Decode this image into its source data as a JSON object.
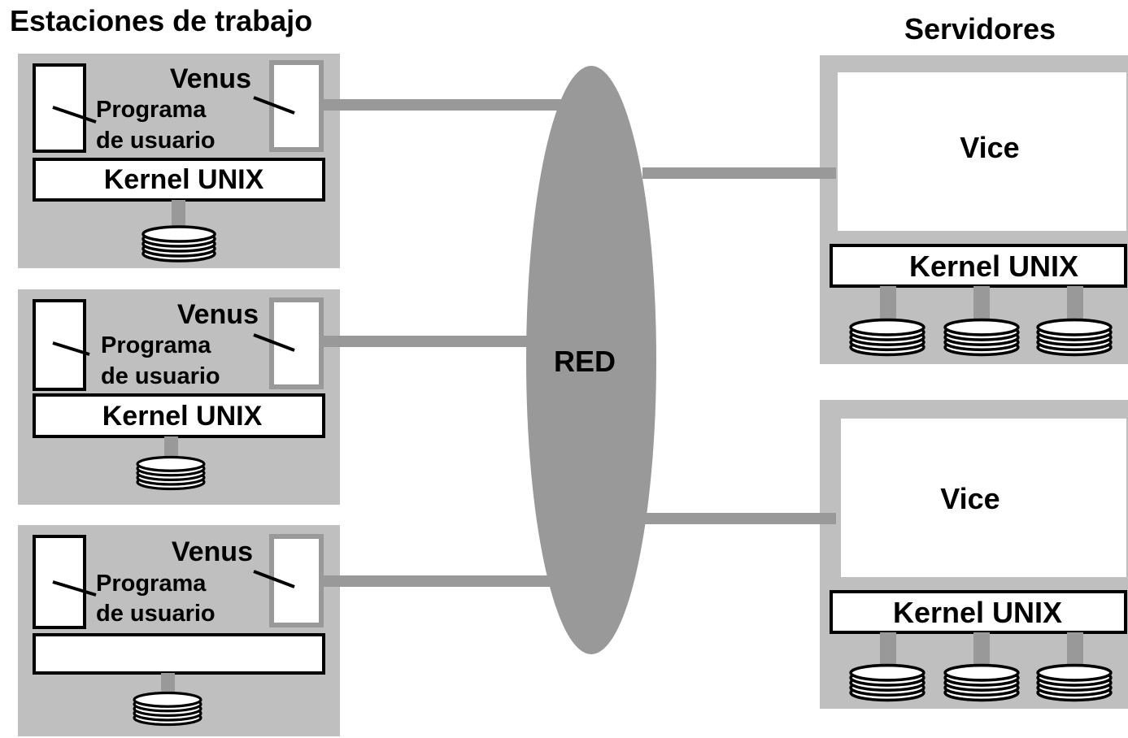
{
  "workstations": {
    "heading": "Estaciones de trabajo",
    "items": [
      {
        "venus": "Venus",
        "program_line1": "Programa",
        "program_line2": "de usuario",
        "kernel": "Kernel UNIX"
      },
      {
        "venus": "Venus",
        "program_line1": "Programa",
        "program_line2": "de usuario",
        "kernel": "Kernel UNIX"
      },
      {
        "venus": "Venus",
        "program_line1": "Programa",
        "program_line2": "de usuario",
        "kernel": ""
      }
    ]
  },
  "network": {
    "label": "RED"
  },
  "servers": {
    "heading": "Servidores",
    "items": [
      {
        "vice": "Vice",
        "kernel": "Kernel UNIX"
      },
      {
        "vice": "Vice",
        "kernel": "Kernel UNIX"
      }
    ]
  },
  "colors": {
    "panel": "#bfbfbf",
    "network": "#999999",
    "connector": "#999999",
    "box": "#ffffff",
    "line": "#000000"
  }
}
